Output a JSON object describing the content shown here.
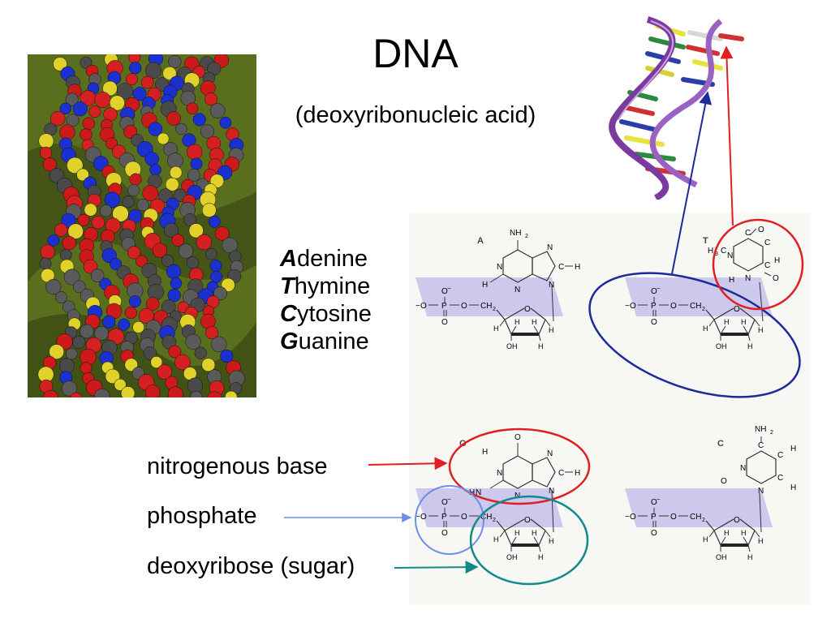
{
  "title": "DNA",
  "subtitle": "(deoxyribonucleic acid)",
  "bases": [
    {
      "initial": "A",
      "rest": "denine"
    },
    {
      "initial": "T",
      "rest": "hymine"
    },
    {
      "initial": "C",
      "rest": "ytosine"
    },
    {
      "initial": "G",
      "rest": "uanine"
    }
  ],
  "labels": {
    "nitrogenous_base": "nitrogenous base",
    "phosphate": "phosphate",
    "deoxyribose": "deoxyribose (sugar)"
  },
  "panels": {
    "a": "A",
    "t": "T",
    "g": "G",
    "c": "C"
  },
  "chem": {
    "nh2": "NH",
    "two": "2",
    "h3c": "H",
    "three": "3",
    "c": "C",
    "n": "N",
    "o": "O",
    "h": "H",
    "oh": "OH",
    "p": "P",
    "o_minus": "O",
    "minus": "−",
    "ch2": "CH"
  },
  "colors": {
    "red": "#e02020",
    "navy": "#1c2a9a",
    "light_blue": "#6b8fe8",
    "teal": "#138a8a",
    "sugar_fill": "#cdc9ec"
  }
}
